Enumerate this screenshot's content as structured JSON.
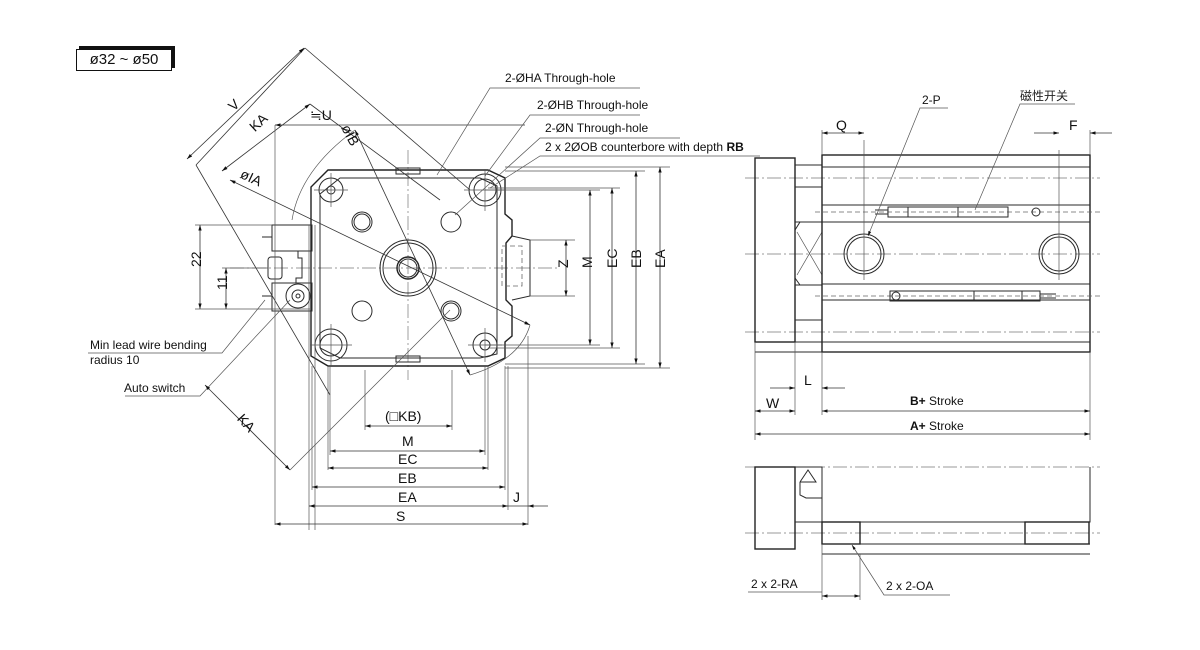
{
  "size_badge": "ø32 ~ ø50",
  "callouts": {
    "ha": "2-ØHA Through-hole",
    "hb": "2-ØHB Through-hole",
    "n": "2-ØN Through-hole",
    "ob_prefix": "2 x 2ØOB counterbore with depth ",
    "ob_bold": "RB",
    "lead_wire_1": "Min lead wire bending",
    "lead_wire_2": "radius 10",
    "auto_switch": "Auto switch",
    "p": "2-P",
    "mag_switch": "磁性开关",
    "ra": "2 x 2-RA",
    "oa": "2 x 2-OA"
  },
  "front_dims": {
    "v": "V",
    "ka_top": "KA",
    "u": "≒U",
    "ib": "øIB",
    "ia": "øIA",
    "d22": "22",
    "d11": "11",
    "ka_bottom": "KA",
    "kb": "(□KB)",
    "m": "M",
    "ec": "EC",
    "eb": "EB",
    "ea": "EA",
    "j": "J",
    "s": "S",
    "z": "Z",
    "m_v": "M",
    "ec_v": "EC",
    "eb_v": "EB",
    "ea_v": "EA"
  },
  "side_dims": {
    "q": "Q",
    "f": "F",
    "l": "L",
    "w": "W",
    "b_bold": "B+",
    "b_rest": " Stroke",
    "a_bold": "A+",
    "a_rest": " Stroke"
  }
}
